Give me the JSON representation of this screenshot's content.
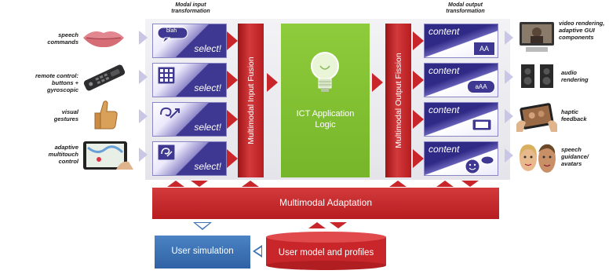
{
  "input_header": "Modal input transformation",
  "output_header": "Modal output transformation",
  "inputs": [
    {
      "label": "speech commands",
      "icon": "lips-icon",
      "select": "select!"
    },
    {
      "label": "remote control: buttons + gyroscopic",
      "icon": "remote-control-icon",
      "select": "select!"
    },
    {
      "label": "visual gestures",
      "icon": "thumbs-up-icon",
      "select": "select!"
    },
    {
      "label": "adaptive multitouch control",
      "icon": "tablet-icon",
      "select": "select!"
    }
  ],
  "input_fusion": "Multimodal Input Fusion",
  "application_logic": "ICT Application Logic",
  "output_fission": "Multimodal Output Fission",
  "outputs": [
    {
      "content": "content",
      "label": "video rendering, adaptive GUI components",
      "icon": "tv-icon"
    },
    {
      "content": "content",
      "label": "audio rendering",
      "icon": "speakers-icon"
    },
    {
      "content": "content",
      "label": "haptic feedback",
      "icon": "tablet-hands-icon"
    },
    {
      "content": "content",
      "label": "speech guidance/ avatars",
      "icon": "avatars-icon"
    }
  ],
  "output_badges": [
    "AA",
    "aAA",
    "",
    ""
  ],
  "input_bubble": "blah",
  "adaptation": "Multimodal Adaptation",
  "user_simulation": "User simulation",
  "user_model": "User model and profiles",
  "colors": {
    "red": "#c8262a",
    "purple": "#3e3892",
    "green": "#7ebd2e",
    "blue": "#3c72b3"
  }
}
